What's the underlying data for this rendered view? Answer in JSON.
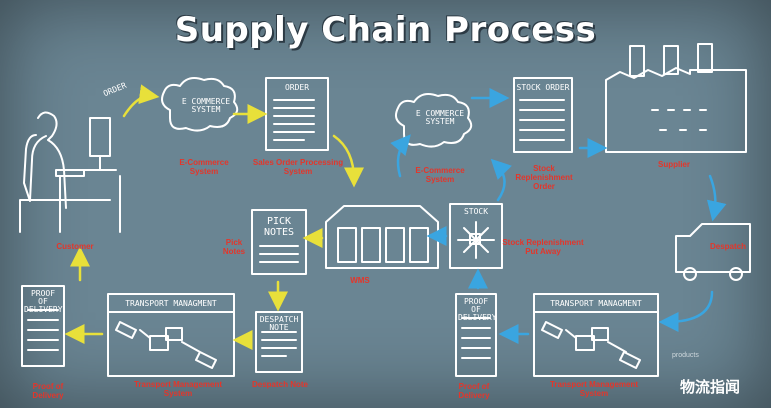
{
  "title": "Supply Chain Process",
  "chalk_text": {
    "order": "ORDER",
    "ecommerce_1": "E COMMERCE SYSTEM",
    "sales_doc": "ORDER",
    "ecommerce_2": "E COMMERCE SYSTEM",
    "stock_order_doc": "STOCK ORDER",
    "pick_notes_doc": "PICK NOTES",
    "stock_doc": "STOCK",
    "despatch_doc": "DESPATCH NOTE",
    "proof_left_doc": "PROOF OF DELIVERY",
    "proof_right_doc": "PROOF OF DELIVERY",
    "transport_left_doc": "TRANSPORT MANAGMENT",
    "transport_right_doc": "TRANSPORT MANAGMENT"
  },
  "labels": {
    "customer": "Customer",
    "ecommerce_1": "E-Commerce System",
    "sales_order": "Sales Order Processing System",
    "ecommerce_2": "E-Commerce System",
    "stock_replenishment_order": "Stock Replenishment Order",
    "supplier": "Supplier",
    "despatch": "Despatch",
    "stock_putaway": "Stock Replenishment Put Away",
    "wms": "WMS",
    "pick_notes": "Pick Notes",
    "transport_left": "Transport Management System",
    "transport_right": "Transport Management System",
    "proof_left": "Proof of Delivery",
    "proof_right": "Proof of Delivery",
    "despatch_note": "Despatch Note"
  },
  "watermark": {
    "text": "物流指闻",
    "sub": "products"
  },
  "colors": {
    "board": "#6a8593",
    "label_red": "#e3362b",
    "arrow_yellow": "#e8e03a",
    "arrow_blue": "#3aa5e0",
    "chalk": "#ffffff"
  }
}
